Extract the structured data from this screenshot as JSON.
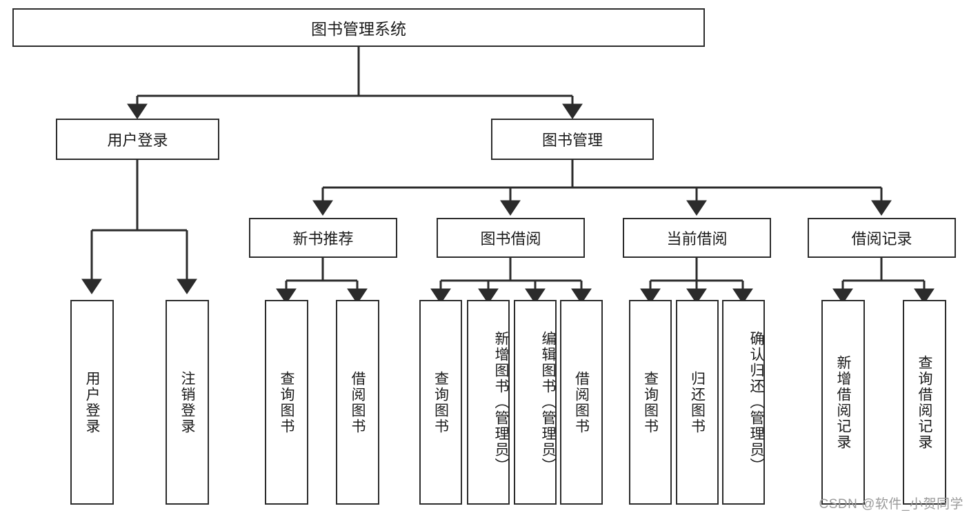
{
  "diagram": {
    "type": "tree",
    "title": "图书管理系统",
    "root": {
      "id": "root",
      "label": "图书管理系统"
    },
    "level2": [
      {
        "id": "user-login",
        "label": "用户登录"
      },
      {
        "id": "book-management",
        "label": "图书管理"
      }
    ],
    "level3": [
      {
        "id": "new-book-recommend",
        "label": "新书推荐",
        "parent": "book-management"
      },
      {
        "id": "book-borrow",
        "label": "图书借阅",
        "parent": "book-management"
      },
      {
        "id": "current-borrow",
        "label": "当前借阅",
        "parent": "book-management"
      },
      {
        "id": "borrow-record",
        "label": "借阅记录",
        "parent": "book-management"
      }
    ],
    "leaves": {
      "user-login": [
        {
          "id": "leaf-user-login",
          "label": "用户登录"
        },
        {
          "id": "leaf-user-logout",
          "label": "注销登录"
        }
      ],
      "new-book-recommend": [
        {
          "id": "leaf-query-book-1",
          "label": "查询图书"
        },
        {
          "id": "leaf-borrow-book-1",
          "label": "借阅图书"
        }
      ],
      "book-borrow": [
        {
          "id": "leaf-query-book-2",
          "label": "查询图书"
        },
        {
          "id": "leaf-add-book",
          "label": "新增图书（管理员）"
        },
        {
          "id": "leaf-edit-book",
          "label": "编辑图书（管理员）"
        },
        {
          "id": "leaf-borrow-book-2",
          "label": "借阅图书"
        }
      ],
      "current-borrow": [
        {
          "id": "leaf-query-book-3",
          "label": "查询图书"
        },
        {
          "id": "leaf-return-book",
          "label": "归还图书"
        },
        {
          "id": "leaf-confirm-return",
          "label": "确认归还（管理员）"
        }
      ],
      "borrow-record": [
        {
          "id": "leaf-add-record",
          "label": "新增借阅记录"
        },
        {
          "id": "leaf-query-record",
          "label": "查询借阅记录"
        }
      ]
    },
    "colors": {
      "stroke": "#2b2b2b",
      "box_fill": "#ffffff",
      "text": "#1a1a1a",
      "watermark": "#9a9a9a"
    }
  },
  "watermark": {
    "text": "CSDN @软件_小贺同学"
  }
}
